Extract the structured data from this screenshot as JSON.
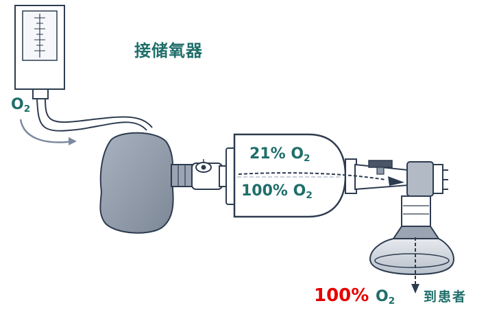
{
  "labels": {
    "reservoir_title": "接储氧器",
    "source_o2": {
      "main": "O",
      "sub": "2"
    },
    "flow_top": {
      "main": "21% O",
      "sub": "2"
    },
    "flow_bottom": {
      "main": "100% O",
      "sub": "2"
    },
    "output_percent": "100%",
    "output_o2": {
      "main": "O",
      "sub": "2"
    },
    "to_patient": "到患者"
  },
  "colors": {
    "teal_text": "#1f6e6a",
    "red_text": "#e60000",
    "outline": "#2d3b4f",
    "bag_fill": "#8f9aa9",
    "device_fill": "#ffffff"
  }
}
